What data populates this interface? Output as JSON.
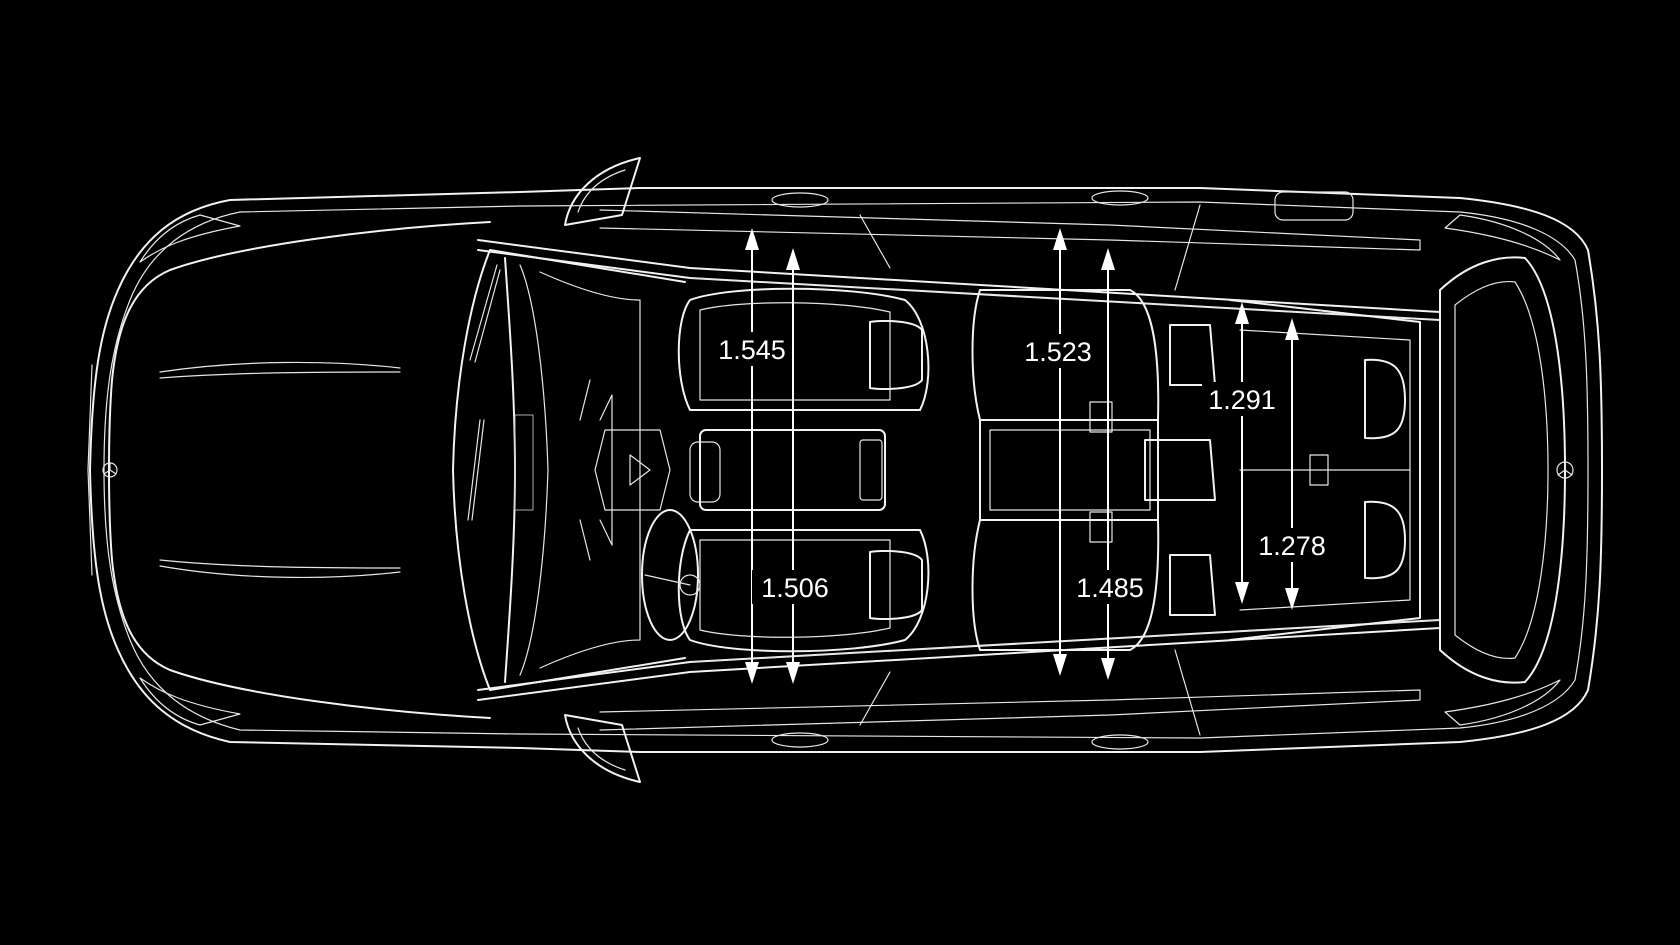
{
  "diagram": {
    "background_color": "#000000",
    "line_color": "#f2f2f2",
    "dimensions": [
      {
        "id": "front-shoulder-width",
        "value": "1.545"
      },
      {
        "id": "front-elbow-width",
        "value": "1.506"
      },
      {
        "id": "second-row-shoulder-width",
        "value": "1.523"
      },
      {
        "id": "second-row-elbow-width",
        "value": "1.485"
      },
      {
        "id": "third-row-shoulder-width",
        "value": "1.291"
      },
      {
        "id": "third-row-elbow-width",
        "value": "1.278"
      }
    ]
  }
}
